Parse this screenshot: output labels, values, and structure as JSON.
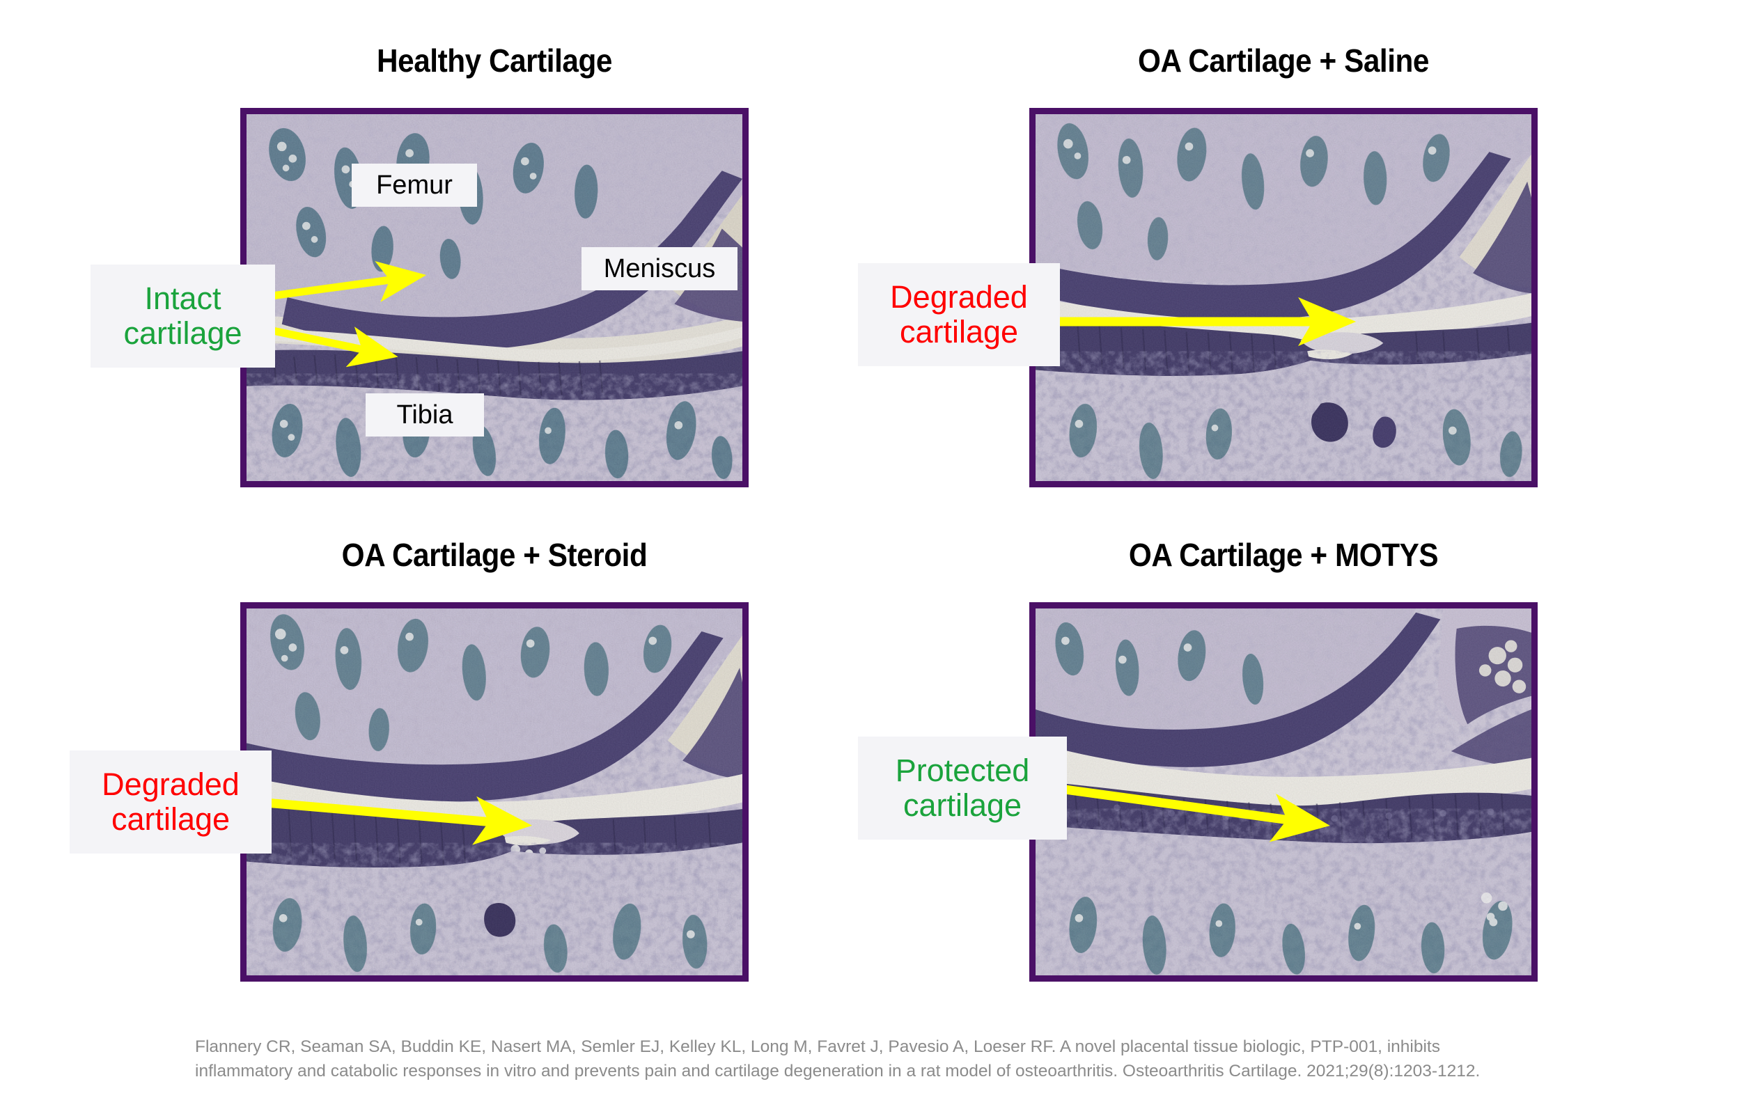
{
  "figure": {
    "background_color": "#ffffff",
    "frame_color": "#4a1066",
    "arrow_color": "#ffff00",
    "label_box_color": "#f4f4f7",
    "green": "#1aa33c",
    "red": "#ff0000"
  },
  "panels": [
    {
      "id": "healthy",
      "title": "Healthy Cartilage",
      "callouts": [
        {
          "name": "intact-cartilage",
          "lines": [
            "Intact",
            "cartilage"
          ],
          "color": "green"
        },
        {
          "name": "femur",
          "lines": [
            "Femur"
          ],
          "color": "plain"
        },
        {
          "name": "meniscus",
          "lines": [
            "Meniscus"
          ],
          "color": "plain"
        },
        {
          "name": "tibia",
          "lines": [
            "Tibia"
          ],
          "color": "plain"
        }
      ]
    },
    {
      "id": "oa-saline",
      "title": "OA Cartilage + Saline",
      "callouts": [
        {
          "name": "degraded-cartilage",
          "lines": [
            "Degraded",
            "cartilage"
          ],
          "color": "red"
        }
      ]
    },
    {
      "id": "oa-steroid",
      "title": "OA Cartilage + Steroid",
      "callouts": [
        {
          "name": "degraded-cartilage",
          "lines": [
            "Degraded",
            "cartilage"
          ],
          "color": "red"
        }
      ]
    },
    {
      "id": "oa-motys",
      "title": "OA Cartilage + MOTYS",
      "callouts": [
        {
          "name": "protected-cartilage",
          "lines": [
            "Protected",
            "cartilage"
          ],
          "color": "green"
        }
      ]
    }
  ],
  "citation": {
    "line1": "Flannery CR, Seaman SA, Buddin KE, Nasert MA, Semler EJ, Kelley KL, Long M, Favret J, Pavesio A, Loeser RF. A novel placental tissue biologic, PTP-001, inhibits",
    "line2": "inflammatory and catabolic responses in vitro and prevents pain and cartilage degeneration in a rat model of osteoarthritis. Osteoarthritis Cartilage. 2021;29(8):1203-1212."
  }
}
